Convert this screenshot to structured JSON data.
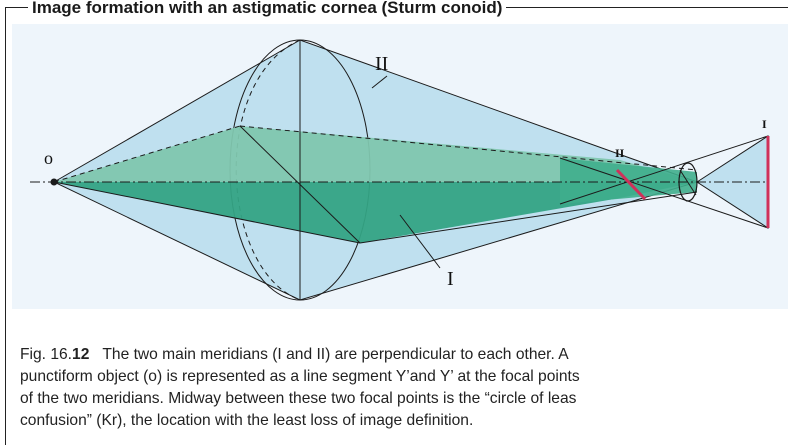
{
  "title": "Image formation with an astigmatic cornea (Sturm conoid)",
  "labels": {
    "object": "o",
    "meridian_1": "I",
    "meridian_2": "II",
    "focal_1": "II",
    "focal_2": "I"
  },
  "caption": {
    "fig_prefix": "Fig. 16.",
    "fig_number": "12",
    "line1": "The two main meridians (I and II) are perpendicular to each other. A",
    "line2": "punctiform object (o) is represented as a line segment Y’and Y’ at the focal points",
    "line3": "of the two meridians. Midway between these two focal points is the “circle of leas",
    "line4": "confusion” (Kr), the location with the least loss of image definition."
  },
  "colors": {
    "light_blue": "#bfe0ef",
    "green": "#45b08f",
    "dark_green": "#2e9a7c",
    "focal_line": "#d0315a",
    "outline": "#1b1b1b"
  }
}
